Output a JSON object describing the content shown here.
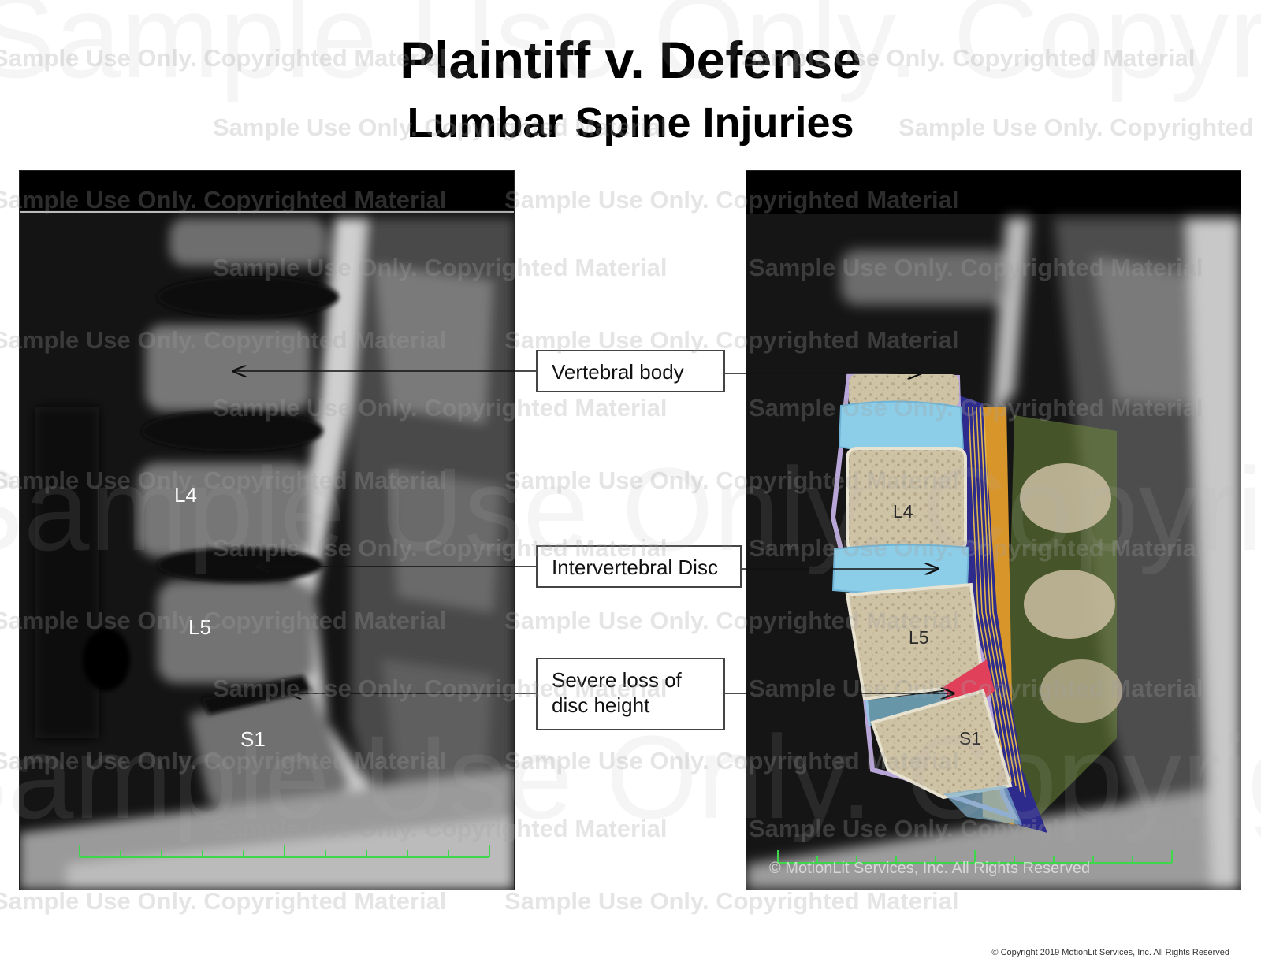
{
  "title": "Plaintiff v. Defense",
  "subtitle": "Lumbar Spine Injuries",
  "left_panel": {
    "labels": {
      "l4": "L4",
      "l5": "L5",
      "s1": "S1"
    }
  },
  "right_panel": {
    "labels": {
      "l4": "L4",
      "l5": "L5",
      "s1": "S1"
    },
    "copyright": "© MotionLit Services, Inc. All Rights Reserved"
  },
  "callouts": {
    "vertebral_body": "Vertebral body",
    "intervertebral_disc": "Intervertebral Disc",
    "severe_loss_line1": "Severe loss of",
    "severe_loss_line2": "disc height"
  },
  "watermark": {
    "line": "Sample Use Only. Copyrighted Material",
    "big": "Sample Use Only. Copyrighted Material"
  },
  "footer": "© Copyright 2019 MotionLit Services, Inc. All Rights Reserved",
  "colors": {
    "disc": "#8ccde8",
    "bone": "#cfc3a6",
    "herniation": "#e0405a",
    "periosteum": "#b9a6d8",
    "canal": "#2d2b8c",
    "fat": "#e6a42a",
    "ligament": "#a8b84e",
    "scale": "#3ed64a"
  }
}
